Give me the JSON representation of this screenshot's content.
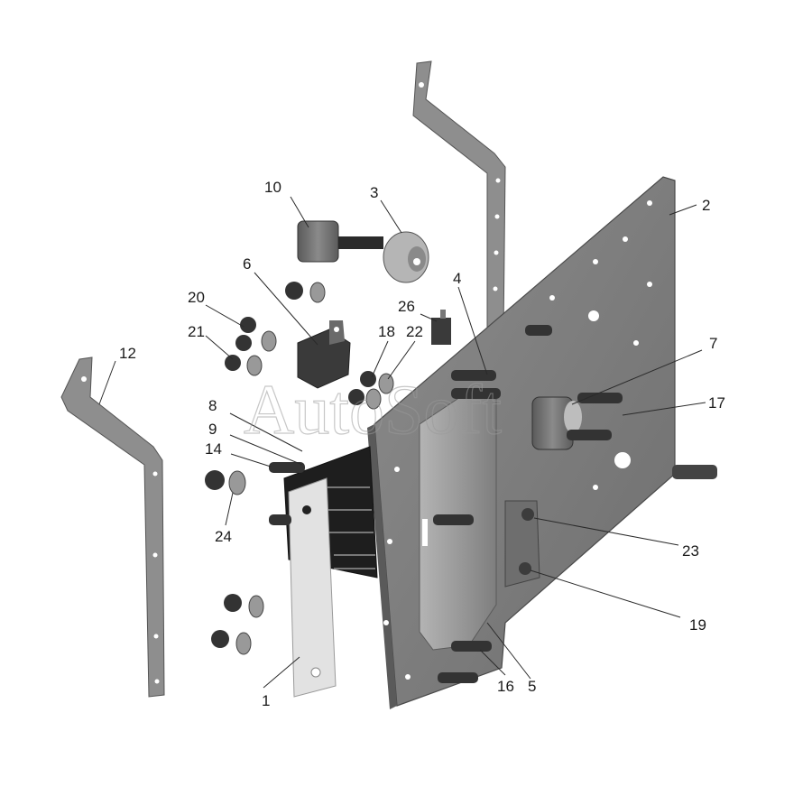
{
  "watermark": "AutoSoft",
  "callouts": [
    {
      "id": "1",
      "text": "1"
    },
    {
      "id": "2",
      "text": "2"
    },
    {
      "id": "3",
      "text": "3"
    },
    {
      "id": "4",
      "text": "4"
    },
    {
      "id": "5",
      "text": "5"
    },
    {
      "id": "6",
      "text": "6"
    },
    {
      "id": "7",
      "text": "7"
    },
    {
      "id": "8",
      "text": "8"
    },
    {
      "id": "9",
      "text": "9"
    },
    {
      "id": "10",
      "text": "10"
    },
    {
      "id": "12",
      "text": "12"
    },
    {
      "id": "14",
      "text": "14"
    },
    {
      "id": "16",
      "text": "16"
    },
    {
      "id": "17",
      "text": "17"
    },
    {
      "id": "18",
      "text": "18"
    },
    {
      "id": "19",
      "text": "19"
    },
    {
      "id": "20",
      "text": "20"
    },
    {
      "id": "21",
      "text": "21"
    },
    {
      "id": "22",
      "text": "22"
    },
    {
      "id": "23",
      "text": "23"
    },
    {
      "id": "24",
      "text": "24"
    },
    {
      "id": "26",
      "text": "26"
    }
  ],
  "colors": {
    "plate": "#7a7a7a",
    "plate_edge": "#4a4a4a",
    "bracket": "#8a8a8a",
    "bolt": "#3c3c3c",
    "strip": "#e4e4e4",
    "cover": "#9c9c9c"
  }
}
